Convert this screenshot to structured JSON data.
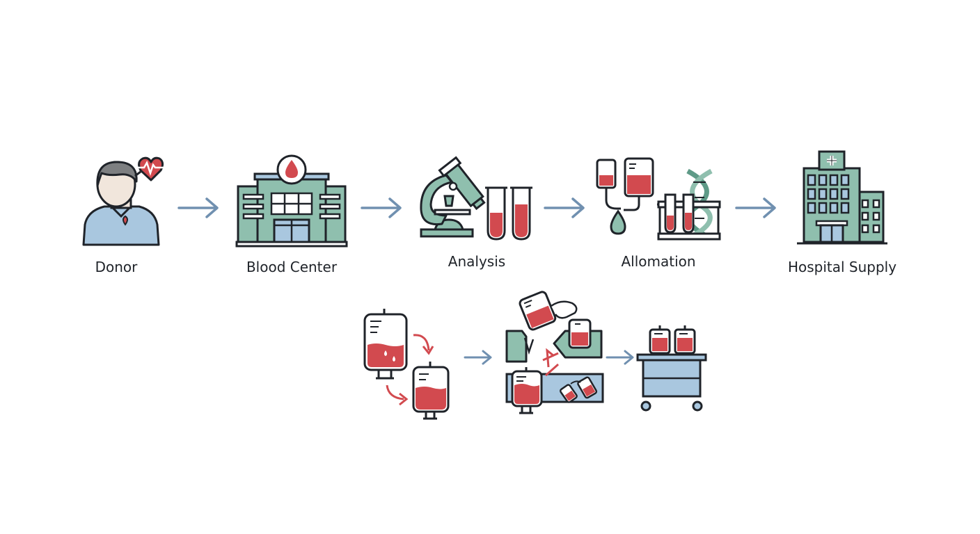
{
  "steps": [
    {
      "label": "Donor",
      "icon": "donor-icon"
    },
    {
      "label": "Blood Center",
      "icon": "blood-center-icon"
    },
    {
      "label": "Analysis",
      "icon": "microscope-icon"
    },
    {
      "label": "Allomation",
      "icon": "allocation-icon"
    },
    {
      "label": "Hospital Supply",
      "icon": "hospital-icon"
    }
  ],
  "colors": {
    "outline": "#1f2329",
    "blood": "#d24a4f",
    "teal": "#8fbfae",
    "teal_dark": "#5e9a87",
    "blue": "#a9c7df",
    "arrow": "#7090b0"
  }
}
